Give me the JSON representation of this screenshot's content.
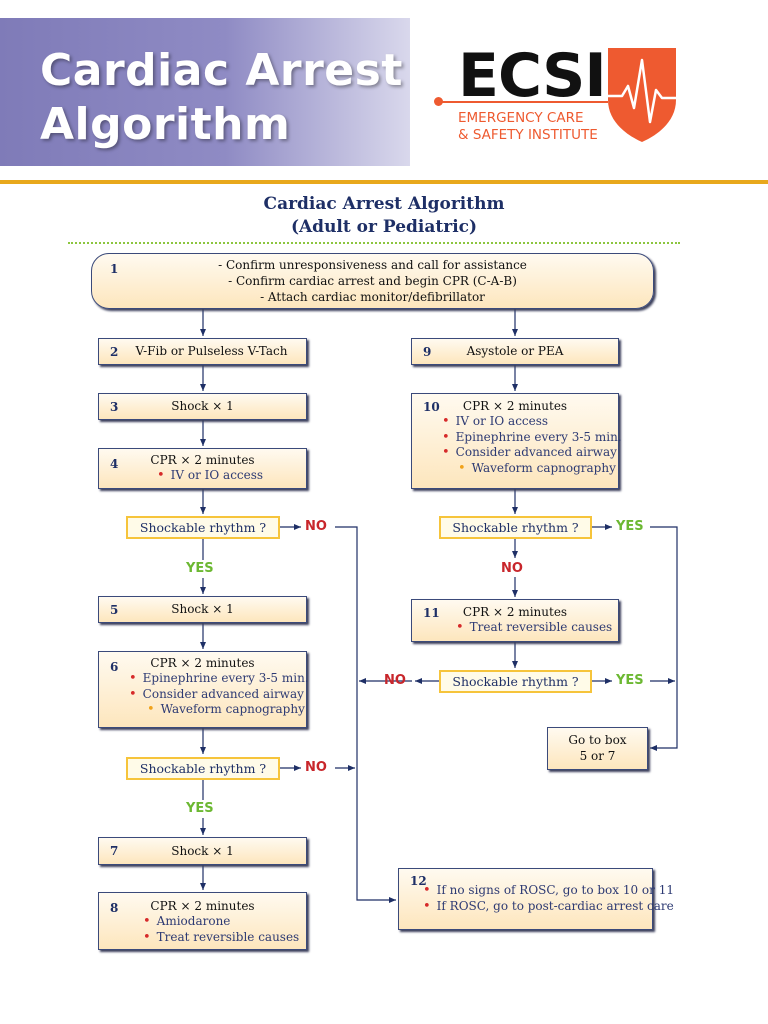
{
  "banner": {
    "line1": "Cardiac Arrest",
    "line2": "Algorithm"
  },
  "logo": {
    "name": "ECSI",
    "sub1": "EMERGENCY CARE",
    "sub2": "& SAFETY INSTITUTE"
  },
  "title": {
    "line1": "Cardiac Arrest Algorithm",
    "line2": "(Adult or Pediatric)"
  },
  "boxes": {
    "b1": {
      "num": "1",
      "lines": [
        "- Confirm unresponsiveness and call for assistance",
        "- Confirm cardiac arrest and begin CPR (C-A-B)",
        "- Attach cardiac monitor/defibrillator"
      ]
    },
    "b2": {
      "num": "2",
      "title": "V-Fib or Pulseless V-Tach"
    },
    "b3": {
      "num": "3",
      "title": "Shock × 1"
    },
    "b4": {
      "num": "4",
      "title": "CPR × 2 minutes",
      "bullets": [
        "IV or IO access"
      ]
    },
    "b5": {
      "num": "5",
      "title": "Shock × 1"
    },
    "b6": {
      "num": "6",
      "title": "CPR × 2 minutes",
      "bullets": [
        "Epinephrine every 3-5 min.",
        "Consider advanced airway"
      ],
      "sub": "Waveform capnography"
    },
    "b7": {
      "num": "7",
      "title": "Shock × 1"
    },
    "b8": {
      "num": "8",
      "title": "CPR × 2 minutes",
      "bullets": [
        "Amiodarone",
        "Treat reversible causes"
      ]
    },
    "b9": {
      "num": "9",
      "title": "Asystole or PEA"
    },
    "b10": {
      "num": "10",
      "title": "CPR × 2 minutes",
      "bullets": [
        "IV or IO access",
        "Epinephrine every 3-5 min.",
        "Consider advanced airway"
      ],
      "sub": "Waveform capnography"
    },
    "b11": {
      "num": "11",
      "title": "CPR × 2 minutes",
      "bullets": [
        "Treat reversible causes"
      ]
    },
    "b12": {
      "num": "12",
      "bullets": [
        "If no signs of ROSC, go to box 10 or 11",
        "If ROSC, go to post-cardiac arrest care"
      ]
    },
    "goto": {
      "line1": "Go to box",
      "line2": "5 or 7"
    }
  },
  "decisions": {
    "d1": "Shockable rhythm ?",
    "d2": "Shockable rhythm ?",
    "d3": "Shockable rhythm ?",
    "d4": "Shockable rhythm ?"
  },
  "labels": {
    "yes": "YES",
    "no": "NO"
  },
  "colors": {
    "banner": "#8f8bc4",
    "accent_orange": "#ee5a30",
    "gold": "#e8a81c",
    "navy": "#1e2f66",
    "yes_green": "#6cb832",
    "no_red": "#c8262b",
    "bullet_red": "#d62a2a",
    "bullet_gold": "#f0a21b"
  }
}
